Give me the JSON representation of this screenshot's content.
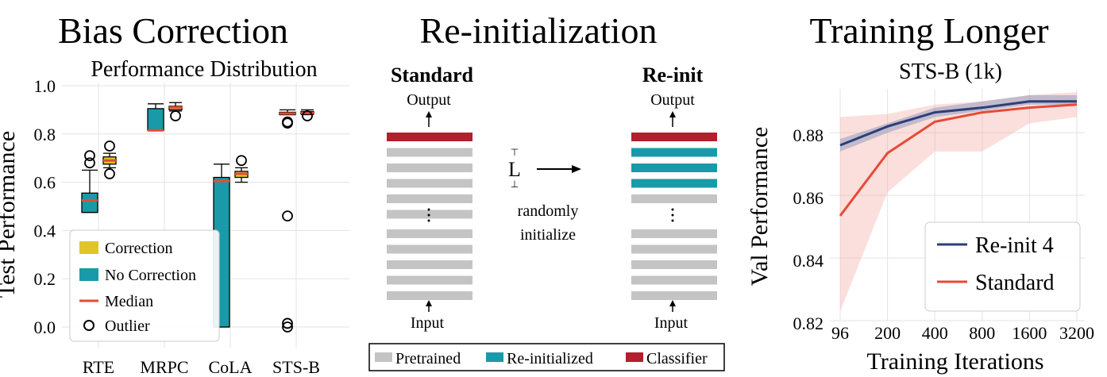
{
  "panels": {
    "bias": {
      "title": "Bias Correction",
      "subtitle": "Performance Distribution",
      "ylabel": "Test Performance",
      "yticks": [
        "0.0",
        "0.2",
        "0.4",
        "0.6",
        "0.8",
        "1.0"
      ],
      "legend": [
        "Correction",
        "No Correction",
        "Median",
        "Outlier"
      ]
    },
    "reinit": {
      "title": "Re-initialization",
      "standard_label": "Standard",
      "reinit_label": "Re-init",
      "output_label": "Output",
      "input_label": "Input",
      "top_symbol": "⊤",
      "L_symbol": "L",
      "bottom_symbol": "⊥",
      "randomly": "randomly",
      "initialize": "initialize",
      "legend": [
        "Pretrained",
        "Re-initialized",
        "Classifier"
      ]
    },
    "training": {
      "title": "Training Longer",
      "subtitle": "STS-B (1k)",
      "ylabel": "Val Performance",
      "xlabel": "Training Iterations",
      "yticks": [
        "0.82",
        "0.84",
        "0.86",
        "0.88"
      ],
      "legend": [
        "Re-init 4",
        "Standard"
      ]
    }
  },
  "colors": {
    "correction": "#e0c52a",
    "no_correction": "#1a9aa8",
    "median": "#e64b35",
    "pretrained": "#c4c4c4",
    "reinitialized": "#1a9aa8",
    "classifier": "#b21f2d",
    "reinit_line": "#2b3f78",
    "standard_line": "#e64b35"
  },
  "chart_data": [
    {
      "type": "box",
      "categories": [
        "RTE",
        "MRPC",
        "CoLA",
        "STS-B"
      ],
      "ylim": [
        0,
        1.0
      ],
      "series": [
        {
          "name": "No Correction",
          "boxes": [
            {
              "whislo": 0.475,
              "q1": 0.475,
              "med": 0.525,
              "q3": 0.555,
              "whishi": 0.65,
              "fliers": [
                0.68,
                0.71
              ]
            },
            {
              "whislo": 0.815,
              "q1": 0.815,
              "med": 0.815,
              "q3": 0.905,
              "whishi": 0.925,
              "fliers": []
            },
            {
              "whislo": 0.0,
              "q1": 0.0,
              "med": 0.605,
              "q3": 0.62,
              "whishi": 0.675,
              "fliers": []
            },
            {
              "whislo": 0.88,
              "q1": 0.88,
              "med": 0.885,
              "q3": 0.89,
              "whishi": 0.9,
              "fliers": [
                0.85,
                0.845,
                0.46,
                0.015,
                0.0
              ]
            }
          ]
        },
        {
          "name": "Correction",
          "boxes": [
            {
              "whislo": 0.66,
              "q1": 0.675,
              "med": 0.69,
              "q3": 0.705,
              "whishi": 0.72,
              "fliers": [
                0.75,
                0.635
              ]
            },
            {
              "whislo": 0.895,
              "q1": 0.9,
              "med": 0.91,
              "q3": 0.915,
              "whishi": 0.93,
              "fliers": [
                0.875
              ]
            },
            {
              "whislo": 0.6,
              "q1": 0.62,
              "med": 0.635,
              "q3": 0.645,
              "whishi": 0.66,
              "fliers": [
                0.69
              ]
            },
            {
              "whislo": 0.88,
              "q1": 0.885,
              "med": 0.887,
              "q3": 0.893,
              "whishi": 0.9,
              "fliers": [
                0.875
              ]
            }
          ]
        }
      ]
    },
    {
      "type": "line",
      "title": "STS-B (1k)",
      "xlabel": "Training Iterations",
      "ylabel": "Val Performance",
      "x": [
        "96",
        "200",
        "400",
        "800",
        "1600",
        "3200"
      ],
      "ylim": [
        0.82,
        0.894
      ],
      "series": [
        {
          "name": "Re-init 4",
          "values": [
            0.876,
            0.882,
            0.8865,
            0.888,
            0.89,
            0.89
          ],
          "lower": [
            0.874,
            0.88,
            0.885,
            0.887,
            0.889,
            0.889
          ],
          "upper": [
            0.878,
            0.883,
            0.888,
            0.89,
            0.892,
            0.892
          ]
        },
        {
          "name": "Standard",
          "values": [
            0.8535,
            0.8735,
            0.8835,
            0.8865,
            0.888,
            0.889
          ],
          "lower": [
            0.823,
            0.861,
            0.874,
            0.874,
            0.883,
            0.885
          ],
          "upper": [
            0.885,
            0.886,
            0.889,
            0.89,
            0.892,
            0.893
          ]
        }
      ]
    }
  ]
}
